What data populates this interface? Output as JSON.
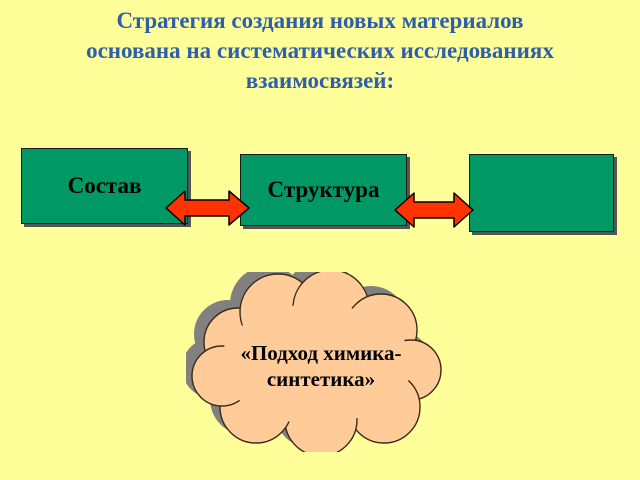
{
  "title": {
    "line1": "Стратегия создания новых материалов",
    "line2": "основана на систематических исследованиях",
    "line3": "взаимосвязей:"
  },
  "boxes": {
    "composition": "Состав",
    "structure": "Структура",
    "third": ""
  },
  "cloud": {
    "line1": "«Подход химика-",
    "line2": "синтетика»"
  },
  "colors": {
    "background": "#FFFF99",
    "title": "#2E5FA8",
    "box_fill": "#009966",
    "arrow_fill": "#FF3300",
    "cloud_fill": "#FFCC99",
    "cloud_shadow": "#808080"
  },
  "icons": [
    "double-arrow-icon",
    "cloud-icon"
  ]
}
